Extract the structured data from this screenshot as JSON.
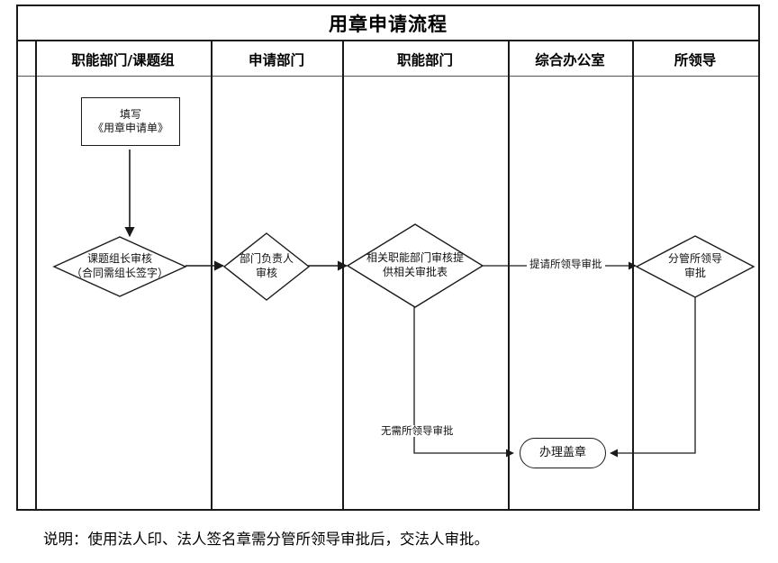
{
  "document": {
    "title": "用章申请流程",
    "footer_note": "说明：使用法人印、法人签名章需分管所领导审批后，交法人审批。"
  },
  "table": {
    "columns": [
      {
        "id": "spacer",
        "label": ""
      },
      {
        "id": "dept-or-team",
        "label": "职能部门/课题组"
      },
      {
        "id": "applying-dept",
        "label": "申请部门"
      },
      {
        "id": "functional-dept",
        "label": "职能部门"
      },
      {
        "id": "general-office",
        "label": "综合办公室"
      },
      {
        "id": "institute-leader",
        "label": "所领导"
      }
    ]
  },
  "flow": {
    "nodes": [
      {
        "id": "fill-form",
        "type": "process",
        "label": "填写\n《用章申请单》"
      },
      {
        "id": "team-leader-review",
        "type": "decision",
        "label": "课题组长审核\n（合同需组长签字）"
      },
      {
        "id": "dept-head-review",
        "type": "decision",
        "label": "部门负责人\n审核"
      },
      {
        "id": "functional-dept-review",
        "type": "decision",
        "label": "相关职能部门审核提\n供相关审批表"
      },
      {
        "id": "leader-approval",
        "type": "decision",
        "label": "分管所领导\n审批"
      },
      {
        "id": "apply-seal",
        "type": "terminator",
        "label": "办理盖章"
      }
    ],
    "edge_labels": [
      {
        "id": "request-leader-approval",
        "label": "提请所领导审批"
      },
      {
        "id": "no-leader-approval-needed",
        "label": "无需所领导审批"
      }
    ]
  },
  "colors": {
    "frame": "#1a1a1a",
    "line": "#333333",
    "background": "#ffffff",
    "text": "#000000"
  }
}
